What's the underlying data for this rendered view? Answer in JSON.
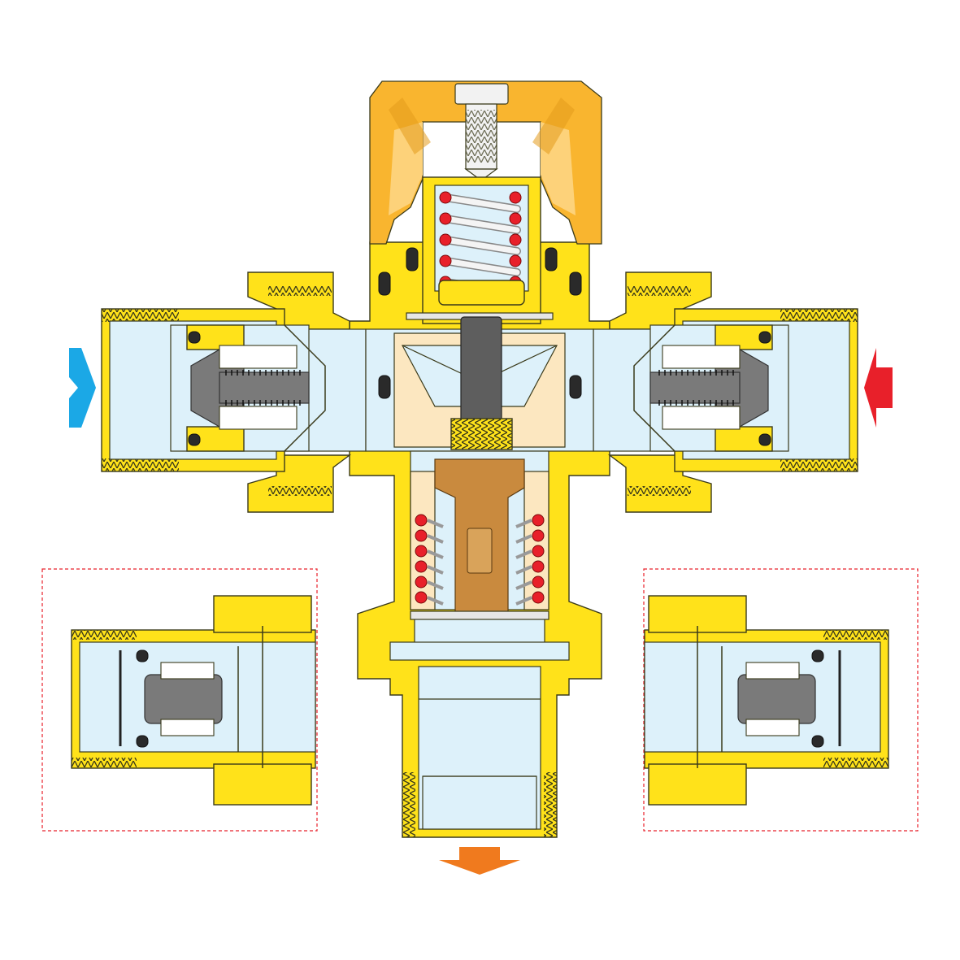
{
  "colors": {
    "brass": "#FFE21A",
    "brass_edge": "#3A3A1A",
    "water": "#DDF1FA",
    "knob": "#F9B52F",
    "knob_light": "#FDD27A",
    "stem_gray": "#5E5E5E",
    "cartridge": "#7A7A7A",
    "spring_red": "#E8202A",
    "spring_white": "#F4F4F4",
    "sensor": "#C98A3E",
    "insert": "#FCE7C0",
    "cold_arrow": "#1BA8E6",
    "hot_arrow": "#E8202A",
    "mixed_arrow": "#F07A1E",
    "detail_frame": "#E8202A"
  },
  "flows": [
    {
      "name": "cold-inlet",
      "direction": "right"
    },
    {
      "name": "hot-inlet",
      "direction": "left"
    },
    {
      "name": "mixed-outlet",
      "direction": "down"
    }
  ],
  "icons": [
    "cold-arrow-icon",
    "hot-arrow-icon",
    "mixed-outlet-arrow-icon"
  ]
}
